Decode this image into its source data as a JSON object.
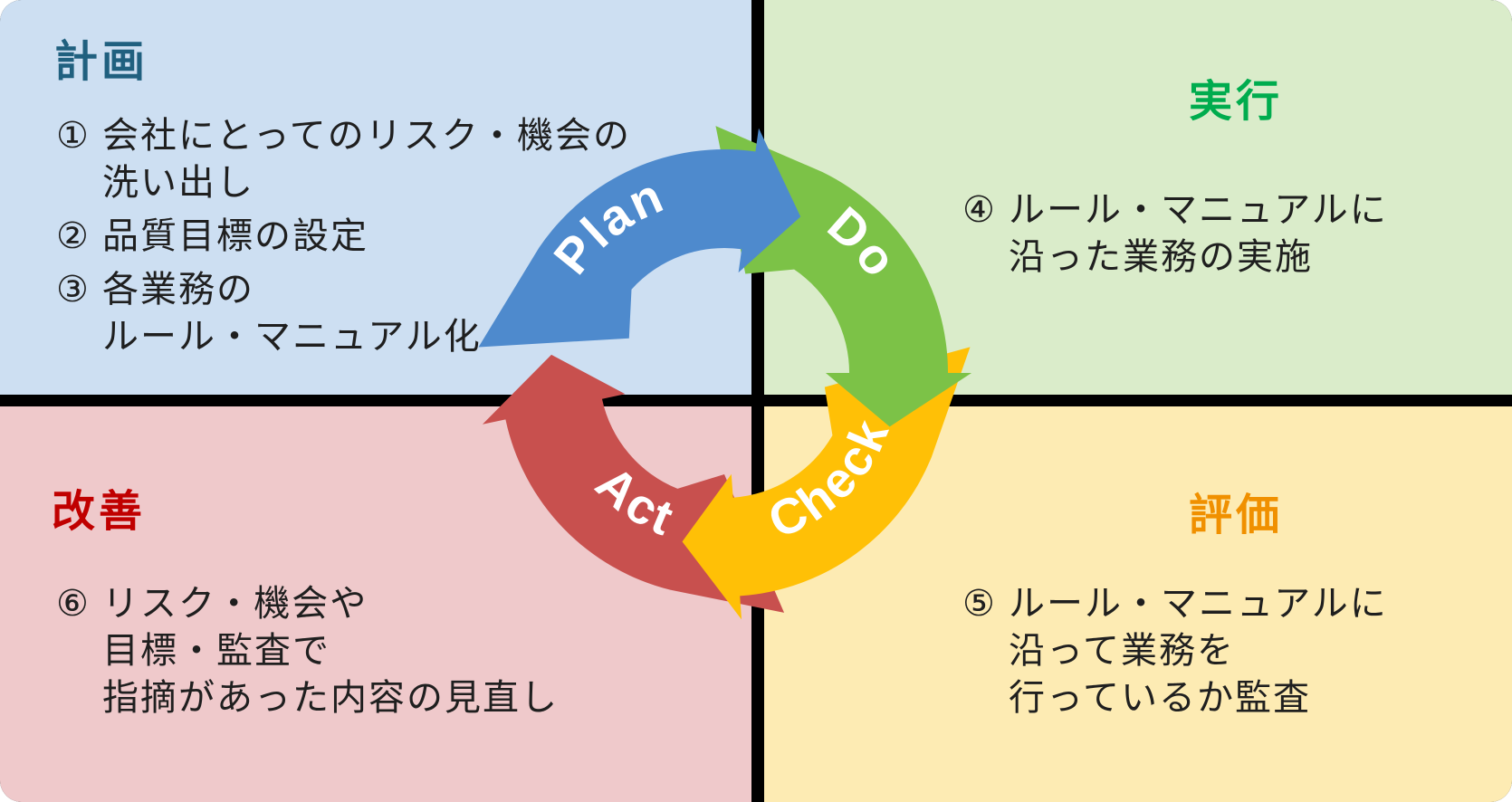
{
  "quadrants": {
    "plan": {
      "title": "計画",
      "title_color": "#20607F",
      "bg": "#CDDFF2",
      "items": [
        {
          "num": "①",
          "lines": [
            "会社にとってのリスク・機会の",
            "洗い出し"
          ]
        },
        {
          "num": "②",
          "lines": [
            "品質目標の設定"
          ]
        },
        {
          "num": "③",
          "lines": [
            "各業務の",
            "ルール・マニュアル化"
          ]
        }
      ]
    },
    "do": {
      "title": "実行",
      "title_color": "#00AC4E",
      "bg": "#DAECCA",
      "items": [
        {
          "num": "④",
          "lines": [
            "ルール・マニュアルに",
            "沿った業務の実施"
          ]
        }
      ]
    },
    "check": {
      "title": "評価",
      "title_color": "#F09000",
      "bg": "#FDEBB3",
      "items": [
        {
          "num": "⑤",
          "lines": [
            "ルール・マニュアルに",
            "沿って業務を",
            "行っているか監査"
          ]
        }
      ]
    },
    "act": {
      "title": "改善",
      "title_color": "#C00000",
      "bg": "#EFC9CB",
      "items": [
        {
          "num": "⑥",
          "lines": [
            "リスク・機会や",
            "目標・監査で",
            "指摘があった内容の見直し"
          ]
        }
      ]
    }
  },
  "cycle": {
    "labels": {
      "plan": "Plan",
      "do": "Do",
      "check": "Check",
      "act": "Act"
    },
    "colors": {
      "plan": "#4E8ACD",
      "do": "#7CC247",
      "check": "#FFC006",
      "act": "#C8504E"
    },
    "label_color": "#FFFFFF"
  },
  "divider_color": "#000000"
}
